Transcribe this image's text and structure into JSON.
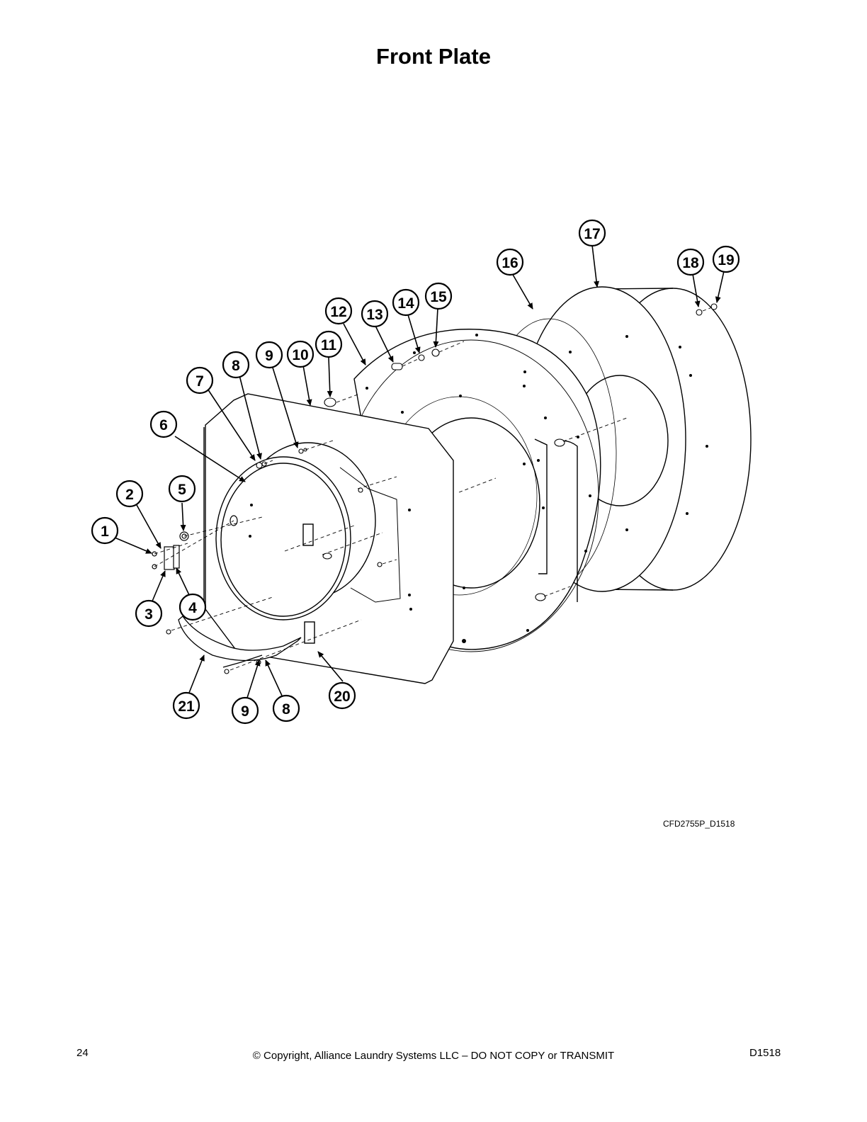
{
  "page": {
    "title": "Front Plate",
    "figure_ref": "CFD2755P_D1518",
    "page_number": "24",
    "copyright": "© Copyright, Alliance Laundry Systems LLC – DO NOT COPY or TRANSMIT",
    "doc_code": "D1518"
  },
  "callouts": [
    "1",
    "2",
    "3",
    "4",
    "5",
    "6",
    "7",
    "8",
    "9",
    "10",
    "11",
    "12",
    "13",
    "14",
    "15",
    "16",
    "17",
    "18",
    "19",
    "20",
    "21",
    "9",
    "8"
  ]
}
